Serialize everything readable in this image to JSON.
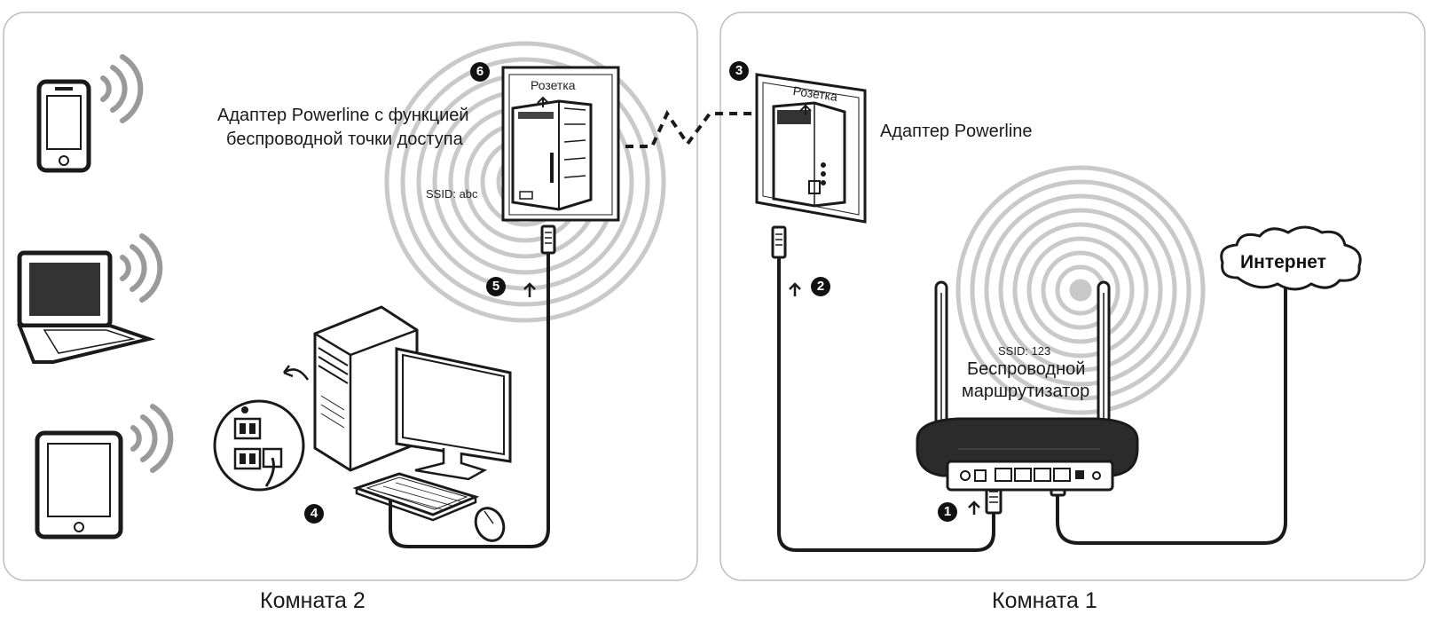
{
  "rooms": {
    "room2": "Комната 2",
    "room1": "Комната 1"
  },
  "outlets": {
    "left": "Розетка",
    "right": "Розетка"
  },
  "devices": {
    "wifi_adapter": {
      "line1": "Адаптер Powerline с функцией",
      "line2": "беспроводной точки доступа",
      "ssid": "SSID: abc"
    },
    "powerline_adapter": "Адаптер Powerline",
    "router": {
      "ssid": "SSID: 123",
      "line1": "Беспроводной",
      "line2": "маршрутизатор"
    },
    "internet": "Интернет"
  },
  "steps": [
    "1",
    "2",
    "3",
    "4",
    "5",
    "6"
  ],
  "colors": {
    "stroke": "#1a1a1a",
    "panel_border": "#bdbdbd",
    "wave": "#c9c9c9",
    "badge": "#111111"
  },
  "icons": [
    "phone-icon",
    "laptop-icon",
    "tablet-icon",
    "wifi-signal-icon",
    "desktop-pc-icon",
    "monitor-icon",
    "keyboard-icon",
    "mouse-icon",
    "router-icon",
    "cloud-icon",
    "cable-plug-icon",
    "arrow-up-icon"
  ]
}
